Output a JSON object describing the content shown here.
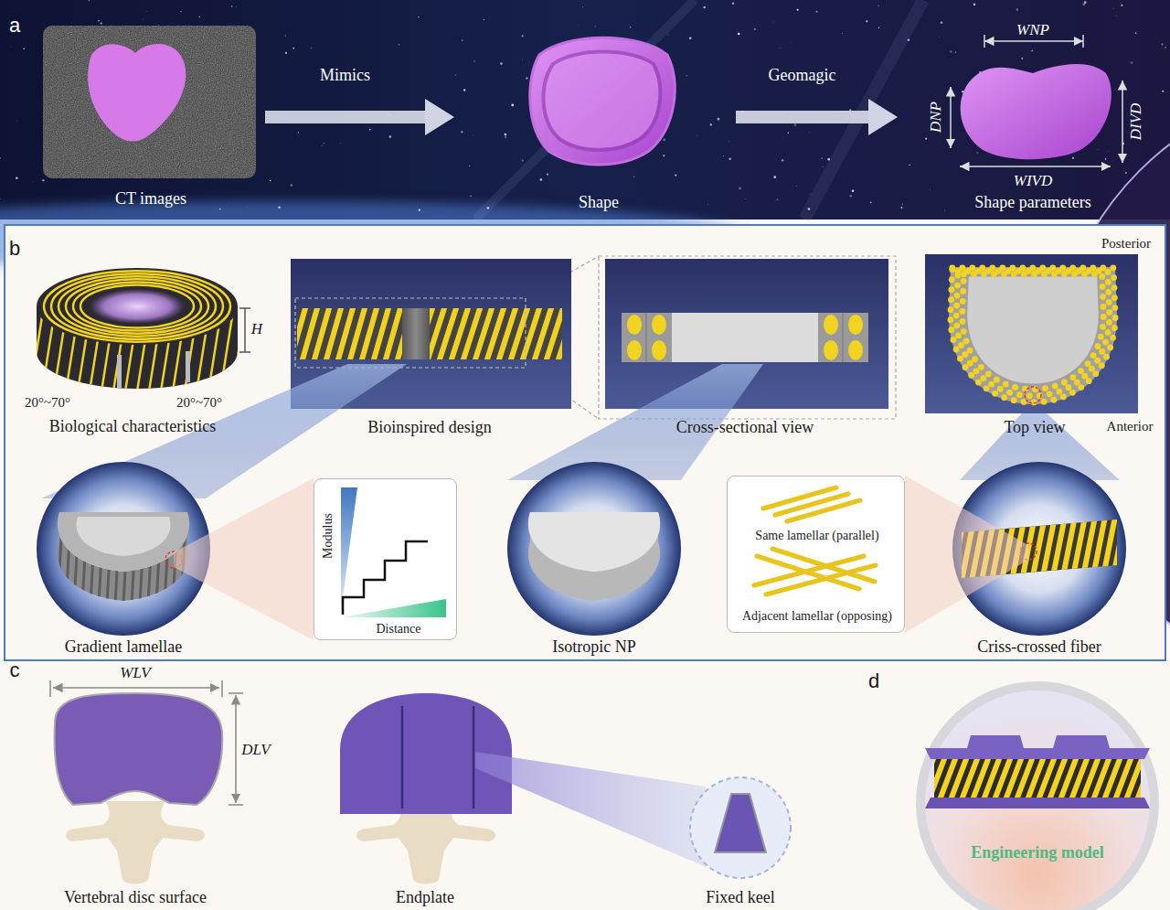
{
  "diagram": {
    "nodes": [
      {
        "text": [
          "CT images"
        ]
      },
      {
        "text": [
          "Shape"
        ]
      },
      {
        "text": [
          "Shape parameters"
        ]
      },
      {
        "text": [
          "Biological characteristics"
        ]
      },
      {
        "text": [
          "Bioinspired design"
        ]
      },
      {
        "text": [
          "Cross-sectional view"
        ]
      },
      {
        "text": [
          "Top view"
        ]
      },
      {
        "text": [
          "Gradient lamellae"
        ]
      },
      {
        "text": [
          "Modulus",
          "Distance"
        ]
      },
      {
        "text": [
          "Isotropic NP"
        ]
      },
      {
        "text": [
          "Same lamellar (parallel)",
          "Adjacent lamellar (opposing)"
        ]
      },
      {
        "text": [
          "Criss-crossed fiber"
        ]
      },
      {
        "text": [
          "Vertebral disc surface"
        ]
      },
      {
        "text": [
          "Endplate"
        ]
      },
      {
        "text": [
          "Fixed keel"
        ]
      },
      {
        "text": [
          "Engineering model"
        ]
      }
    ],
    "edges": [
      {
        "from": 0,
        "to": 1,
        "label": "Mimics",
        "arrow": "to"
      },
      {
        "from": 1,
        "to": 2,
        "label": "Geomagic",
        "arrow": "to"
      }
    ],
    "labels": [
      "a",
      "WNP",
      "DNP",
      "DIVD",
      "WIVD",
      "b",
      "H",
      "20°~70°",
      "20°~70°",
      "Posterior",
      "Anterior",
      "c",
      "WLV",
      "DLV",
      "d"
    ]
  }
}
